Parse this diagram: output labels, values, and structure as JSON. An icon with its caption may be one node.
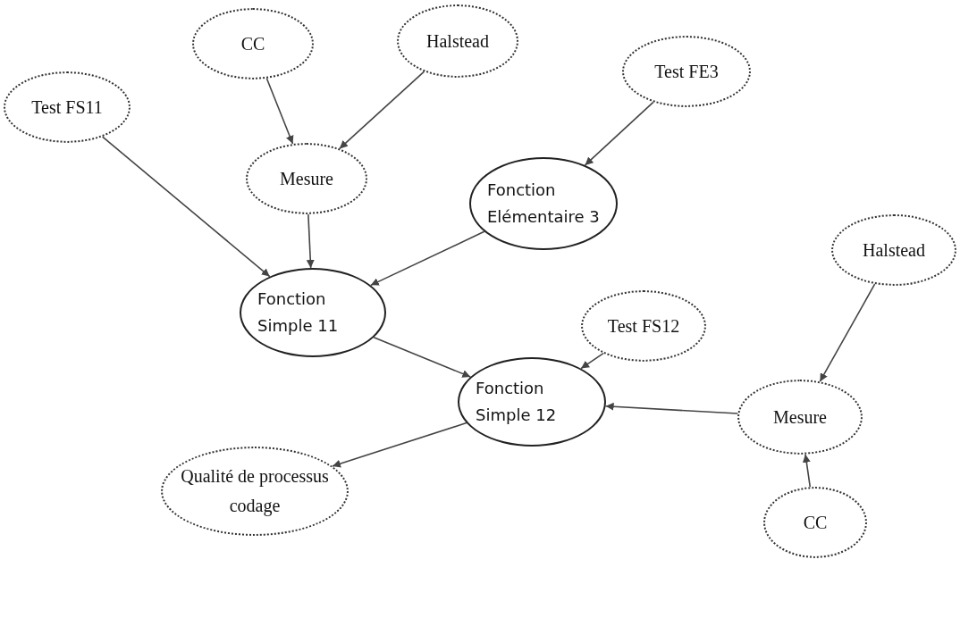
{
  "diagram": {
    "nodes": [
      {
        "text": [
          "CC"
        ]
      },
      {
        "text": [
          "Halstead"
        ]
      },
      {
        "text": [
          "Test FE3"
        ]
      },
      {
        "text": [
          "Test FS11"
        ]
      },
      {
        "text": [
          "Mesure"
        ]
      },
      {
        "text": [
          "Fonction Elémentaire 3"
        ]
      },
      {
        "text": [
          "Halstead"
        ]
      },
      {
        "text": [
          "Fonction Simple 11"
        ]
      },
      {
        "text": [
          "Test FS12"
        ]
      },
      {
        "text": [
          "Fonction Simple 12"
        ]
      },
      {
        "text": [
          "Mesure"
        ]
      },
      {
        "text": [
          "Qualité de processus codage"
        ]
      },
      {
        "text": [
          "CC"
        ]
      }
    ],
    "edges": [
      {
        "from": 0,
        "to": 4,
        "arrow": "to"
      },
      {
        "from": 1,
        "to": 4,
        "arrow": "to"
      },
      {
        "from": 2,
        "to": 5,
        "arrow": "to"
      },
      {
        "from": 3,
        "to": 7,
        "arrow": "to"
      },
      {
        "from": 4,
        "to": 7,
        "arrow": "to"
      },
      {
        "from": 5,
        "to": 7,
        "arrow": "to"
      },
      {
        "from": 7,
        "to": 9,
        "arrow": "to"
      },
      {
        "from": 8,
        "to": 9,
        "arrow": "to"
      },
      {
        "from": 10,
        "to": 9,
        "arrow": "to"
      },
      {
        "from": 6,
        "to": 10,
        "arrow": "to"
      },
      {
        "from": 12,
        "to": 10,
        "arrow": "to"
      },
      {
        "from": 9,
        "to": 11,
        "arrow": "to"
      }
    ]
  }
}
